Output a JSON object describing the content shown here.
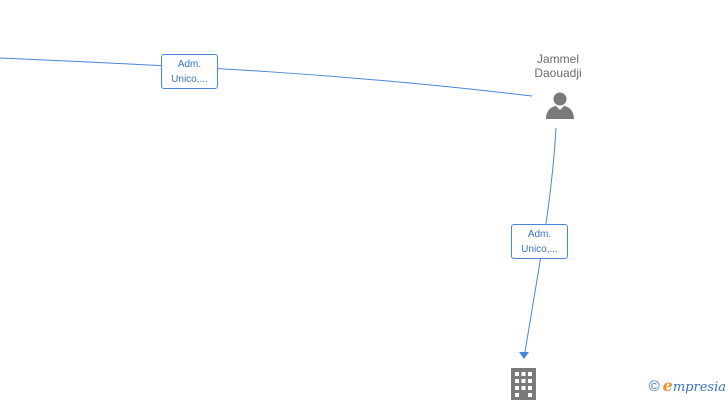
{
  "nodes": {
    "person": {
      "name_line1": "Jammel",
      "name_line2": "Daouadji",
      "icon": "person-icon"
    },
    "company": {
      "icon": "building-icon"
    }
  },
  "edges": [
    {
      "label_line1": "Adm.",
      "label_line2": "Unico,..."
    },
    {
      "label_line1": "Adm.",
      "label_line2": "Unico,..."
    }
  ],
  "brand": {
    "copyright": "©",
    "initial": "e",
    "rest": "mpresia"
  },
  "colors": {
    "edge": "#4a86d8",
    "node_icon": "#7a7a7a",
    "label_text": "#3b73c4",
    "brand_accent": "#e8932b"
  }
}
